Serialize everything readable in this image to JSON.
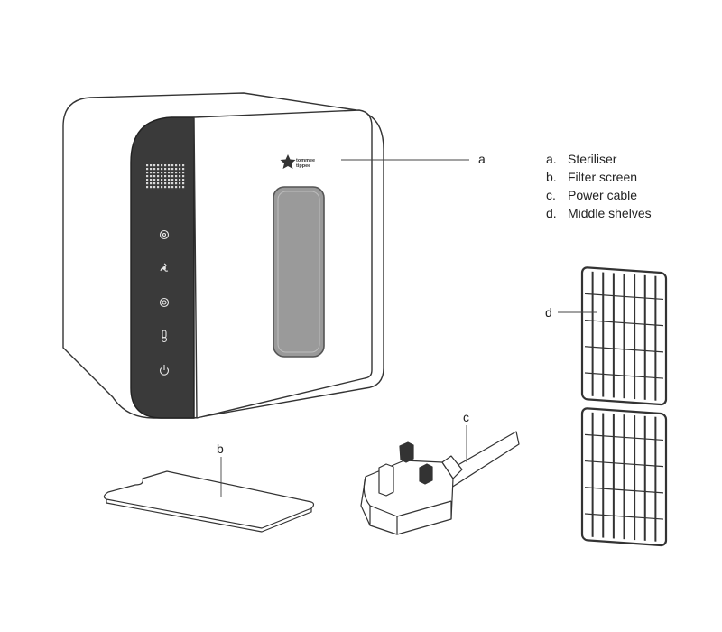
{
  "brand": {
    "line1": "tommee",
    "line2": "tippee"
  },
  "callouts": {
    "a": "a",
    "b": "b",
    "c": "c",
    "d": "d"
  },
  "legend": [
    {
      "key": "a.",
      "label": "Steriliser"
    },
    {
      "key": "b.",
      "label": "Filter screen"
    },
    {
      "key": "c.",
      "label": "Power cable"
    },
    {
      "key": "d.",
      "label": "Middle shelves"
    }
  ],
  "icons": [
    "sterilise-icon",
    "fan-icon",
    "dry-icon",
    "thermometer-icon",
    "power-icon"
  ],
  "colors": {
    "line": "#333333",
    "panel": "#3a3a3a",
    "window": "#9a9a9a"
  }
}
